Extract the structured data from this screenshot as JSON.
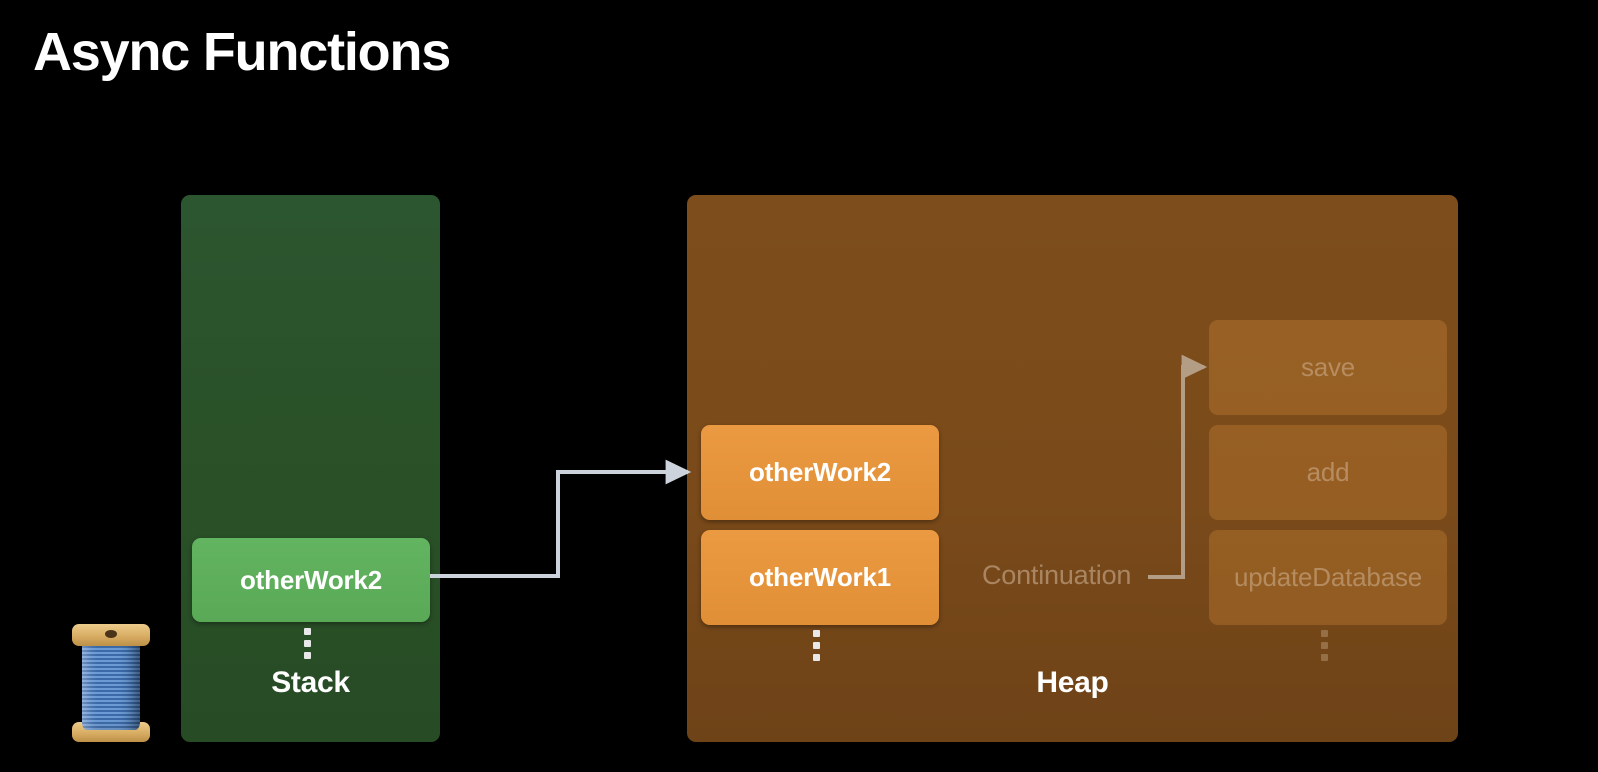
{
  "slide": {
    "title": "Async Functions",
    "background_color": "#000000"
  },
  "thread_icon": {
    "name": "thread-spool",
    "glyph": "spool-of-thread",
    "thread_color": "#4d7ebb",
    "cap_color": "#d8ad63"
  },
  "stack": {
    "label": "Stack",
    "panel_color": "#2a5128",
    "frames": [
      {
        "label": "otherWork2",
        "color": "#5eae5c",
        "state": "active"
      }
    ],
    "ellipsis": "vertical-ellipsis"
  },
  "heap": {
    "label": "Heap",
    "panel_color": "#7a4a1a",
    "active_frames": [
      {
        "label": "otherWork2",
        "color": "#e8943c",
        "state": "active"
      },
      {
        "label": "otherWork1",
        "color": "#e8943c",
        "state": "active"
      }
    ],
    "faded_frames": [
      {
        "label": "save",
        "state": "faded"
      },
      {
        "label": "add",
        "state": "faded"
      },
      {
        "label": "updateDatabase",
        "state": "faded"
      }
    ],
    "continuation": {
      "label": "Continuation",
      "arrow_target": "save",
      "color": "#bda88e"
    },
    "ellipsis": "vertical-ellipsis"
  },
  "connectors": [
    {
      "name": "stack-to-heap-arrow",
      "from": "stack.otherWork2",
      "to": "heap.otherWork2",
      "color": "#ccd3dd"
    },
    {
      "name": "continuation-arrow",
      "from": "Continuation",
      "to": "save",
      "color": "#bda88e"
    }
  ]
}
